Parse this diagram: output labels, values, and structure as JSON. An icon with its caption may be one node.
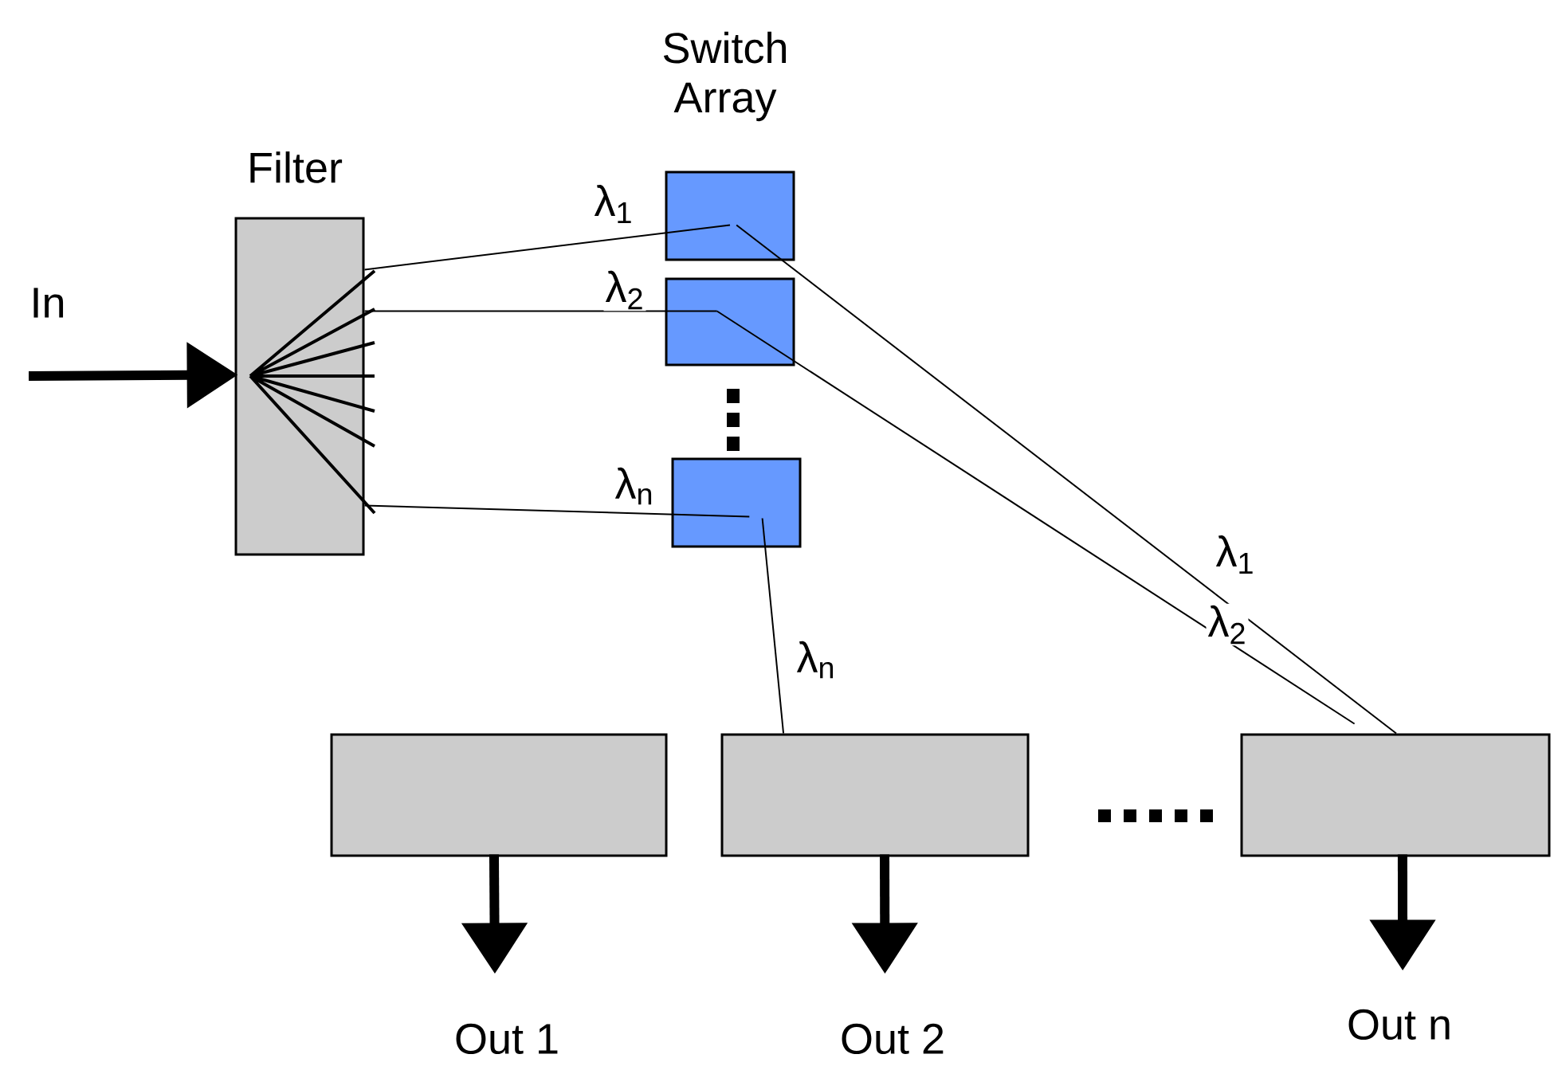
{
  "diagram": {
    "nodes": [
      {
        "text": [
          "Filter"
        ]
      },
      {
        "text": [],
        "shape": "box"
      },
      {
        "text": [],
        "shape": "box"
      },
      {
        "text": [],
        "shape": "box"
      },
      {
        "text": [],
        "shape": "box"
      },
      {
        "text": [],
        "shape": "box"
      },
      {
        "text": [],
        "shape": "box"
      },
      {
        "text": [
          "Out 1"
        ]
      },
      {
        "text": [
          "Out 2"
        ]
      },
      {
        "text": [
          "Out n"
        ]
      }
    ],
    "edges": [
      {
        "from": null,
        "to": 0,
        "arrow": "to",
        "style": "thick"
      },
      {
        "from": 0,
        "to": 1,
        "arrow": "none",
        "label": "λ$_{1}$"
      },
      {
        "from": 0,
        "to": 2,
        "arrow": "none",
        "label": "λ$_{2}$"
      },
      {
        "from": 0,
        "to": 3,
        "arrow": "none",
        "label": "λ$_{n}$"
      },
      {
        "from": 1,
        "to": 6,
        "arrow": "none",
        "label": "λ$_{1}$"
      },
      {
        "from": 2,
        "to": 6,
        "arrow": "none",
        "label": "λ$_{2}$"
      },
      {
        "from": 3,
        "to": 5,
        "arrow": "none",
        "label": "λ$_{n}$"
      },
      {
        "from": 4,
        "to": 7,
        "arrow": "to",
        "style": "thick"
      },
      {
        "from": 5,
        "to": 8,
        "arrow": "to",
        "style": "thick"
      },
      {
        "from": 6,
        "to": 9,
        "arrow": "to",
        "style": "thick"
      }
    ],
    "labels": [
      "Switch Array",
      "In"
    ]
  }
}
